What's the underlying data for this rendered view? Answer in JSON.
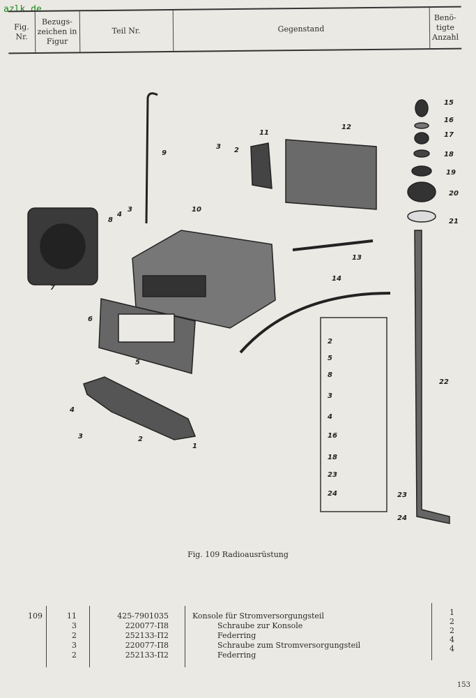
{
  "watermark": "azlk.de",
  "header": {
    "fig_nr": "Fig. Nr.",
    "bezugszeichen": "Bezugs- zeichen in Figur",
    "teil_nr": "Teil Nr.",
    "gegenstand": "Gegenstand",
    "anzahl": "Benö- tigte Anzahl"
  },
  "figure": {
    "caption": "Fig. 109  Radioausrüstung",
    "callouts": [
      "15",
      "16",
      "17",
      "18",
      "19",
      "20",
      "21",
      "12",
      "11",
      "3",
      "2",
      "9",
      "10",
      "8",
      "4",
      "3",
      "7",
      "13",
      "14",
      "6",
      "5",
      "22",
      "4",
      "3",
      "2",
      "1",
      "23",
      "24",
      "2",
      "5",
      "8",
      "3",
      "4",
      "16",
      "18",
      "23",
      "24"
    ]
  },
  "table": {
    "fig": "109",
    "rows": [
      {
        "ref": "11",
        "part": "425-7901035",
        "desc": "Konsole für Stromversorgungsteil",
        "qty": "1",
        "indent": false
      },
      {
        "ref": "3",
        "part": "220077-П8",
        "desc": "Schraube zur Konsole",
        "qty": "2",
        "indent": true
      },
      {
        "ref": "2",
        "part": "252133-П2",
        "desc": "Federring",
        "qty": "2",
        "indent": true
      },
      {
        "ref": "3",
        "part": "220077-П8",
        "desc": "Schraube zum Stromversorgungsteil",
        "qty": "4",
        "indent": true
      },
      {
        "ref": "2",
        "part": "252133-П2",
        "desc": "Federring",
        "qty": "4",
        "indent": true
      }
    ]
  },
  "page_number": "153"
}
